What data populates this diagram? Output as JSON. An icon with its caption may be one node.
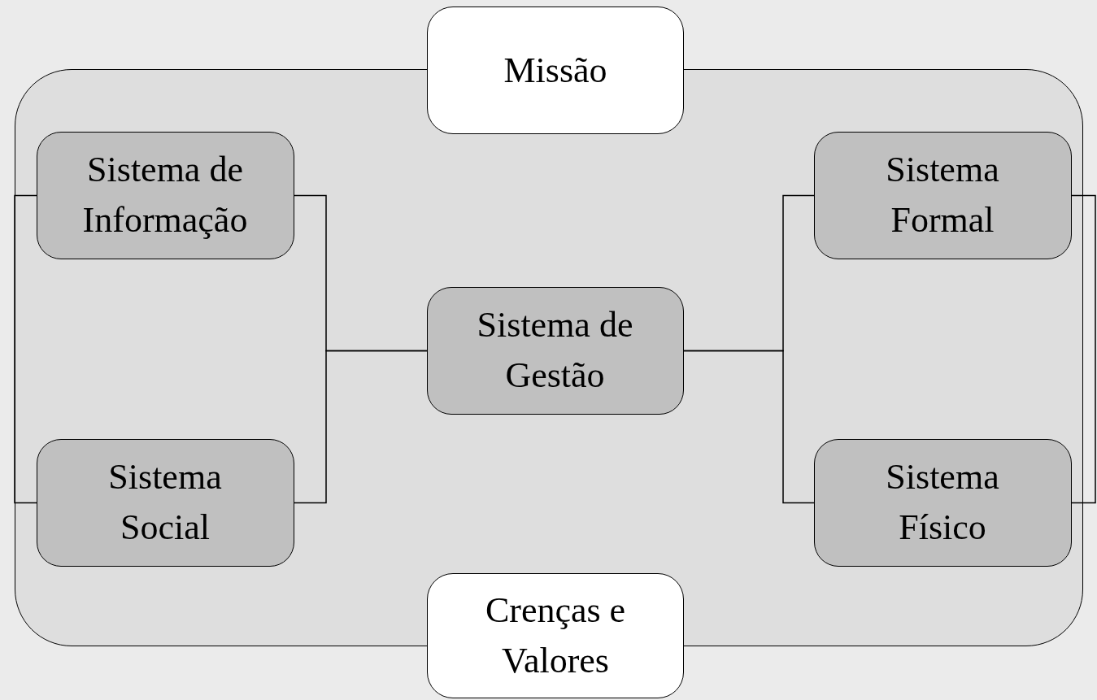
{
  "diagram": {
    "nodes": [
      {
        "text": [],
        "shape": "box"
      },
      {
        "text": [
          "Missão"
        ]
      },
      {
        "text": [
          "Sistema de Informação"
        ],
        "in": 0
      },
      {
        "text": [
          "Sistema Formal"
        ],
        "in": 0
      },
      {
        "text": [
          "Sistema de Gestão"
        ],
        "in": 0
      },
      {
        "text": [
          "Sistema Social"
        ],
        "in": 0
      },
      {
        "text": [
          "Sistema Físico"
        ],
        "in": 0
      },
      {
        "text": [
          "Crenças e Valores"
        ]
      }
    ],
    "edges": [
      {
        "from": 2,
        "to": 5,
        "arrow": "none"
      },
      {
        "from": 2,
        "to": 4,
        "arrow": "none"
      },
      {
        "from": 5,
        "to": 4,
        "arrow": "none"
      },
      {
        "from": 4,
        "to": 3,
        "arrow": "none"
      },
      {
        "from": 4,
        "to": 6,
        "arrow": "none"
      },
      {
        "from": 3,
        "to": 6,
        "arrow": "none"
      }
    ]
  }
}
